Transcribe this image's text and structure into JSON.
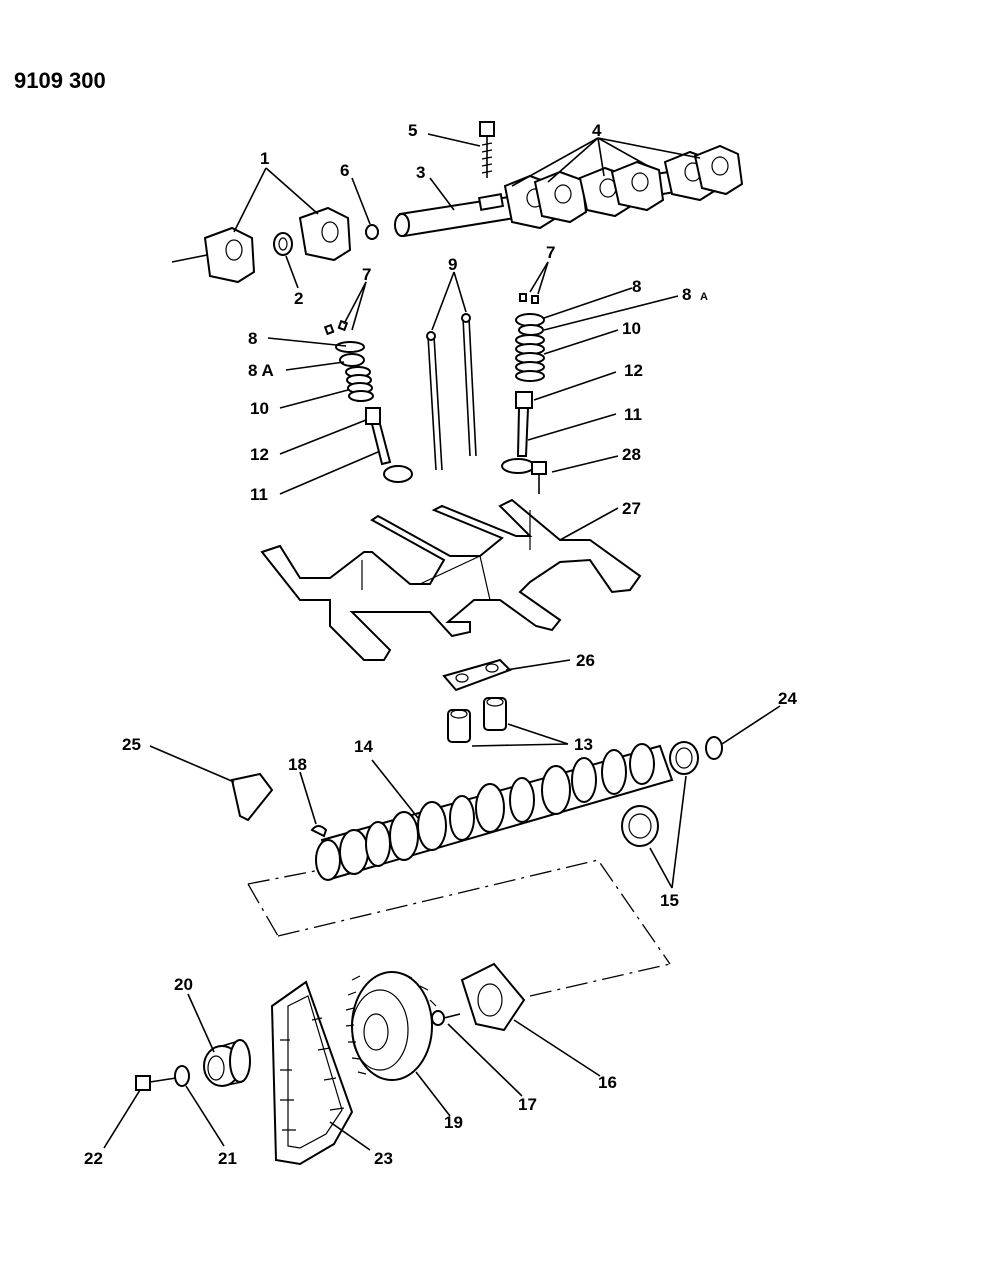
{
  "sheet_number": "9109 300",
  "callouts": {
    "c1": "1",
    "c2": "2",
    "c3": "3",
    "c4": "4",
    "c5": "5",
    "c6": "6",
    "c7a": "7",
    "c7b": "7",
    "c8a": "8",
    "c8b": "8",
    "c8Aa": "8 A",
    "c8Ab": "8",
    "c8Ab_suffix": "A",
    "c9": "9",
    "c10a": "10",
    "c10b": "10",
    "c11a": "11",
    "c11b": "11",
    "c12a": "12",
    "c12b": "12",
    "c13": "13",
    "c14": "14",
    "c15": "15",
    "c16": "16",
    "c17": "17",
    "c18": "18",
    "c19": "19",
    "c20": "20",
    "c21": "21",
    "c22": "22",
    "c23": "23",
    "c24": "24",
    "c25": "25",
    "c26": "26",
    "c27": "27",
    "c28": "28"
  }
}
